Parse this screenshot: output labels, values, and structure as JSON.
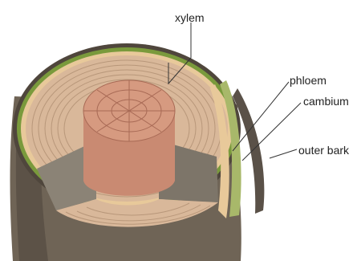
{
  "diagram": {
    "labels": {
      "xylem": "xylem",
      "phloem": "phloem",
      "cambium": "cambium",
      "outer_bark": "outer bark"
    },
    "colors": {
      "bark": "#6f6456",
      "bark_dark": "#4f463c",
      "xylem": "#d9b89a",
      "xylem_ring": "#b8977a",
      "heartwood": "#c98a72",
      "heartwood_dark": "#a86a55",
      "phloem": "#e8c99a",
      "cambium": "#7a9a3c",
      "cut_face": "#8b8376"
    }
  }
}
